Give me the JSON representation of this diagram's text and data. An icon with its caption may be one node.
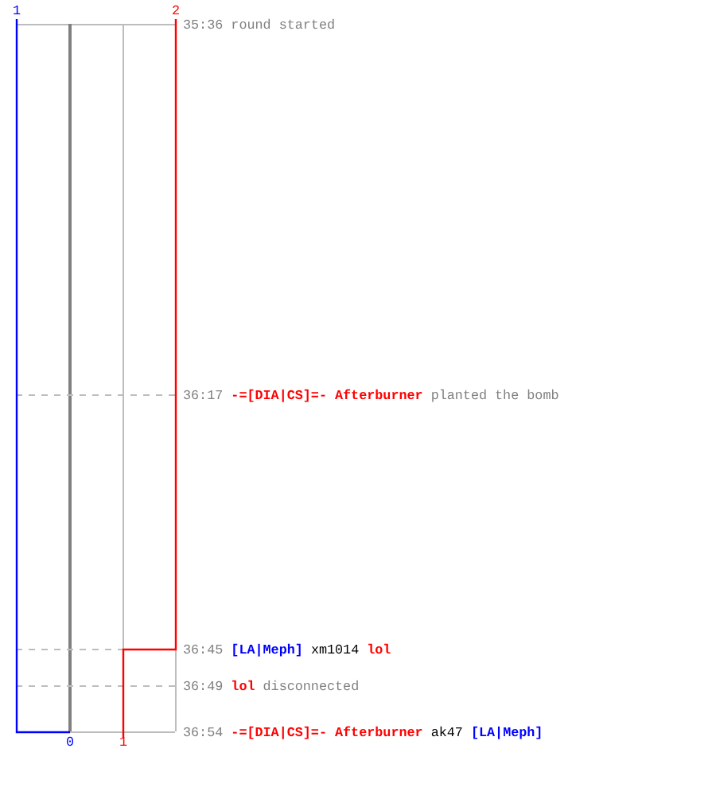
{
  "diagram": {
    "labels": [
      "1",
      "2",
      "35:36",
      "round started",
      "36:17",
      "-=[DIA|CS]=- Afterburner",
      "planted the bomb",
      "36:45",
      "[LA|Meph]",
      "xm1014",
      "lol",
      "36:49",
      "lol",
      "disconnected",
      "36:54",
      "-=[DIA|CS]=- Afterburner",
      "ak47",
      "[LA|Meph]",
      "0",
      "1"
    ]
  }
}
